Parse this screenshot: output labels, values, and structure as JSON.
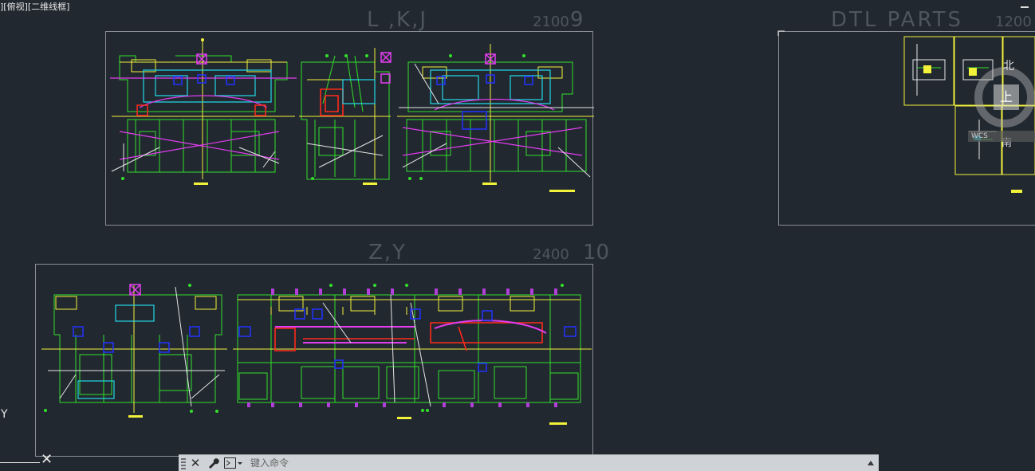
{
  "viewport": {
    "label": "][俯视][二维线框]"
  },
  "sheets": [
    {
      "title": "L ,K,J",
      "scale": "2100",
      "number": "9"
    },
    {
      "title": "Z,Y",
      "scale": "2400",
      "number": "10"
    },
    {
      "title": "DTL PARTS",
      "scale": "1200",
      "number": ""
    }
  ],
  "ucs": {
    "y_label": "Y"
  },
  "viewcube": {
    "north": "北",
    "top": "上",
    "south": "南",
    "wcs": "WCS"
  },
  "command_line": {
    "placeholder": "键入命令",
    "input_value": ""
  },
  "colors": {
    "background": "#212830",
    "frame": "#8a8f96",
    "green": "#33e02a",
    "yellow": "#f2f23a",
    "cyan": "#22d8e6",
    "magenta": "#e33df0",
    "blue": "#2233ff",
    "red": "#ff2a1a",
    "white": "#e6e6e6"
  }
}
